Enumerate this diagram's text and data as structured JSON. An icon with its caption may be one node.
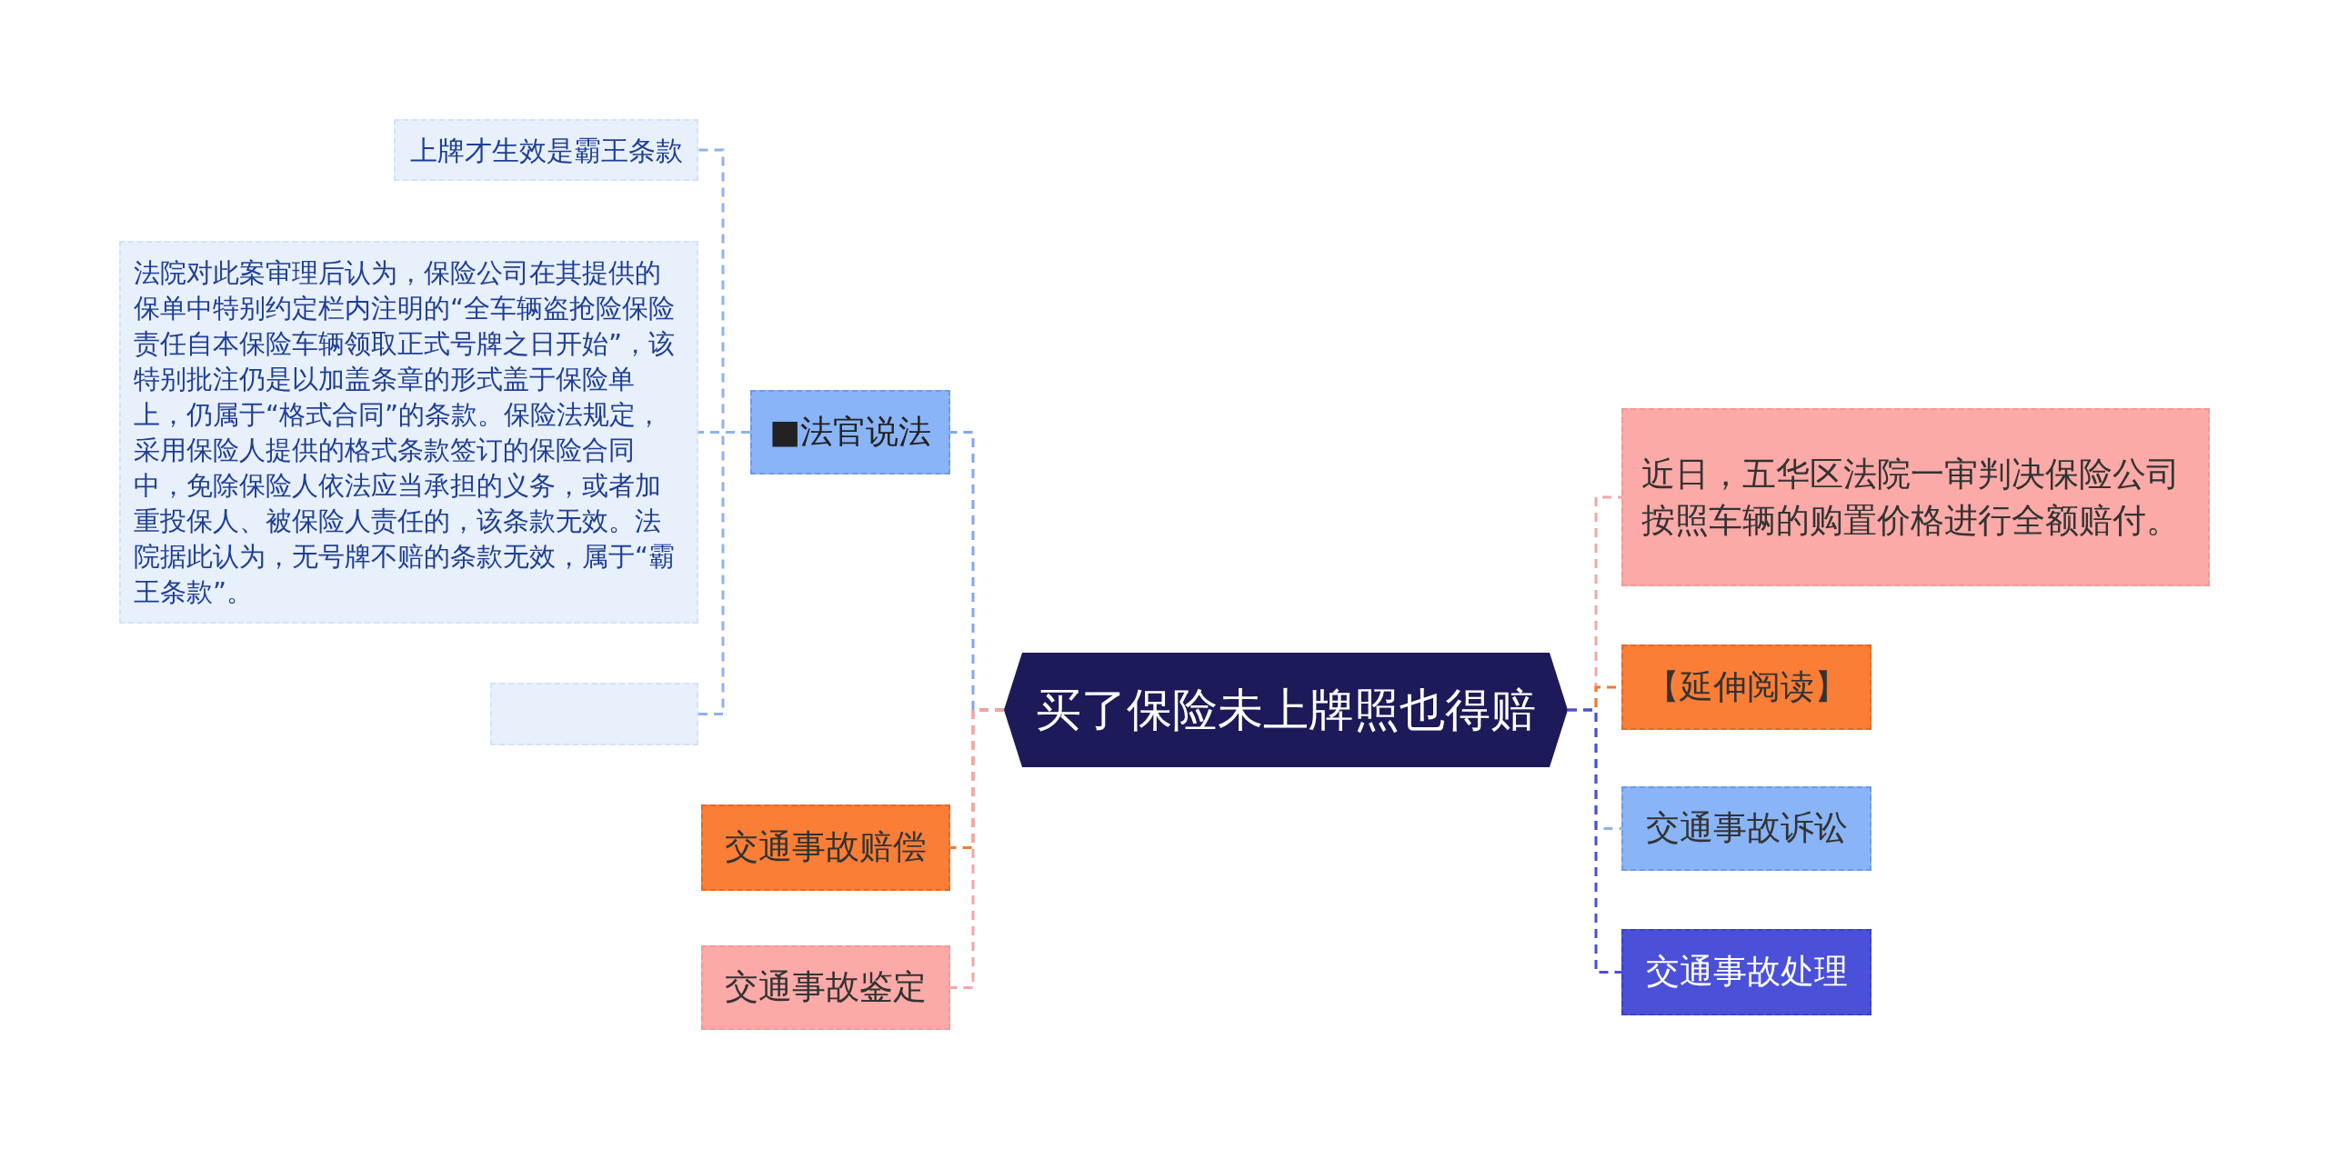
{
  "diagram": {
    "nodes": [
      {
        "text": [
          "买了保险未上牌照也得赔"
        ]
      },
      {
        "text": [
          "■法官说法"
        ]
      },
      {
        "text": [
          "上牌才生效是霸王条款"
        ]
      },
      {
        "text": [
          "法院对此案审理后认为，保险公司在其提供的保单中特别约定栏内注明的“全车辆盗抢险保险责任自本保险车辆领取正式号牌之日开始”，该特别批注仍是以加盖条章的形式盖于保险单上，仍属于“格式合同”的条款。保险法规定，采用保险人提供的格式条款签订的保险合同中，免除保险人依法应当承担的义务，或者加重投保人、被保险人责任的，该条款无效。法院据此认为，无号牌不赔的条款无效，属于“霸王条款”。"
        ]
      },
      {
        "text": [],
        "shape": "box"
      },
      {
        "text": [
          "交通事故赔偿"
        ]
      },
      {
        "text": [
          "交通事故鉴定"
        ]
      },
      {
        "text": [
          "近日，五华区法院一审判决保险公司按照车辆的购置价格进行全额赔付。"
        ]
      },
      {
        "text": [
          "【延伸阅读】"
        ]
      },
      {
        "text": [
          "交通事故诉讼"
        ]
      },
      {
        "text": [
          "交通事故处理"
        ]
      }
    ],
    "edges": [
      {
        "from": 0,
        "to": 1,
        "arrow": "none",
        "color": "#7fa8ec"
      },
      {
        "from": 1,
        "to": 2,
        "arrow": "none",
        "color": "#8fb2ee"
      },
      {
        "from": 1,
        "to": 3,
        "arrow": "none",
        "color": "#8fb2ee"
      },
      {
        "from": 1,
        "to": 4,
        "arrow": "none",
        "color": "#8fb2ee"
      },
      {
        "from": 0,
        "to": 5,
        "arrow": "none",
        "color": "#f07a30"
      },
      {
        "from": 0,
        "to": 6,
        "arrow": "none",
        "color": "#f4a6a6"
      },
      {
        "from": 0,
        "to": 7,
        "arrow": "none",
        "color": "#f4a6a6"
      },
      {
        "from": 0,
        "to": 8,
        "arrow": "none",
        "color": "#f07a30"
      },
      {
        "from": 0,
        "to": 9,
        "arrow": "none",
        "color": "#8fb2ee"
      },
      {
        "from": 0,
        "to": 10,
        "arrow": "none",
        "color": "#4a4fd6"
      }
    ]
  }
}
